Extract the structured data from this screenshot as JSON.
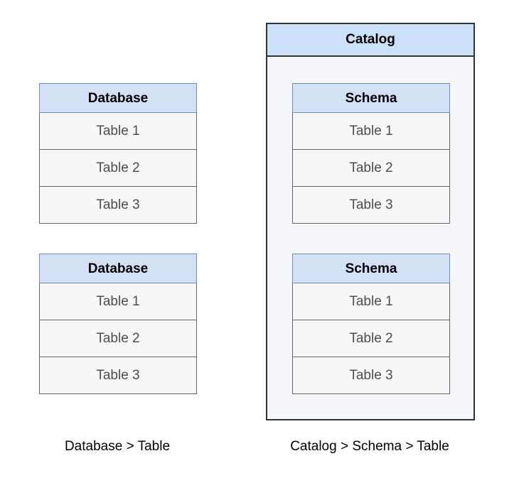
{
  "diagram": {
    "title_left": "Database > Table",
    "title_right": "Catalog > Schema > Table",
    "colors": {
      "header_fill": "#d4e1f5",
      "header_border": "#6c8ebf",
      "catalog_header_fill": "#cce0f7",
      "catalog_border": "#2f3437",
      "catalog_background": "#f5f7fb",
      "row_fill": "#f7f7f7",
      "row_border": "#666666",
      "row_text": "#4d4d4d",
      "header_text": "#000000"
    }
  },
  "left_column": {
    "caption": "Database > Table",
    "entities": [
      {
        "header": "Database",
        "rows": [
          "Table 1",
          "Table 2",
          "Table 3"
        ]
      },
      {
        "header": "Database",
        "rows": [
          "Table 1",
          "Table 2",
          "Table 3"
        ]
      }
    ]
  },
  "right_column": {
    "caption": "Catalog > Schema > Table",
    "container": {
      "header": "Catalog"
    },
    "entities": [
      {
        "header": "Schema",
        "rows": [
          "Table 1",
          "Table 2",
          "Table 3"
        ]
      },
      {
        "header": "Schema",
        "rows": [
          "Table 1",
          "Table 2",
          "Table 3"
        ]
      }
    ]
  }
}
